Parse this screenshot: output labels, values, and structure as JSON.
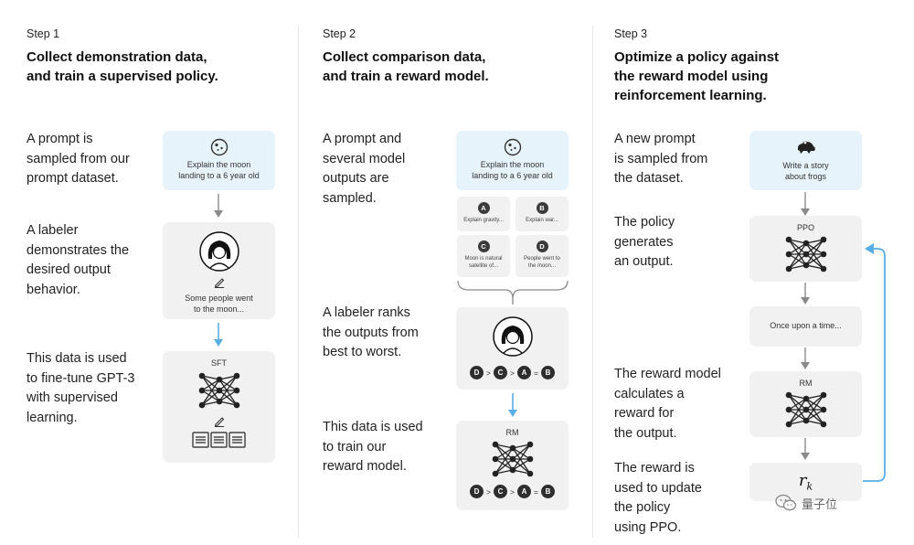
{
  "step1": {
    "label": "Step 1",
    "title_line1": "Collect demonstration data,",
    "title_line2": "and train a supervised policy.",
    "desc1": [
      "A prompt is",
      "sampled from our",
      "prompt dataset."
    ],
    "desc2": [
      "A labeler",
      "demonstrates the",
      "desired output",
      "behavior."
    ],
    "desc3": [
      "This data is used",
      "to fine-tune GPT-3",
      "with supervised",
      "learning."
    ],
    "prompt_text": [
      "Explain the moon",
      "landing to a 6 year old"
    ],
    "demo_text": [
      "Some people went",
      "to the moon..."
    ],
    "model_label": "SFT"
  },
  "step2": {
    "label": "Step 2",
    "title_line1": "Collect comparison data,",
    "title_line2": "and train a reward model.",
    "desc1": [
      "A prompt and",
      "several model",
      "outputs are",
      "sampled."
    ],
    "desc2": [
      "A labeler ranks",
      "the outputs from",
      "best to worst."
    ],
    "desc3": [
      "This data is used",
      "to train our",
      "reward model."
    ],
    "prompt_text": [
      "Explain the moon",
      "landing to a 6 year old"
    ],
    "outputs": [
      {
        "letter": "A",
        "text": [
          "Explain gravity..."
        ]
      },
      {
        "letter": "B",
        "text": [
          "Explain war..."
        ]
      },
      {
        "letter": "C",
        "text": [
          "Moon is natural",
          "satellite of..."
        ]
      },
      {
        "letter": "D",
        "text": [
          "People went to",
          "the moon..."
        ]
      }
    ],
    "ranking": [
      "D",
      ">",
      "C",
      ">",
      "A",
      "=",
      "B"
    ],
    "model_label": "RM"
  },
  "step3": {
    "label": "Step 3",
    "title_line1": "Optimize a policy against",
    "title_line2": "the reward model using",
    "title_line3": "reinforcement learning.",
    "desc1": [
      "A new prompt",
      "is sampled from",
      "the dataset."
    ],
    "desc2": [
      "The policy",
      "generates",
      "an output."
    ],
    "desc3": [
      "The reward model",
      "calculates a",
      "reward for",
      "the output."
    ],
    "desc4": [
      "The reward is",
      "used to update",
      "the policy",
      "using PPO."
    ],
    "prompt_text": [
      "Write a story",
      "about frogs"
    ],
    "policy_label": "PPO",
    "output_text": "Once upon a time...",
    "rm_label": "RM",
    "reward_symbol": "r",
    "reward_sub": "k"
  },
  "watermark": "量子位",
  "colors": {
    "blue_arrow": "#5aaee6",
    "gray_arrow": "#8a8a8a",
    "box_gray": "#f1f1f1",
    "box_blue": "#e7f3fb"
  }
}
